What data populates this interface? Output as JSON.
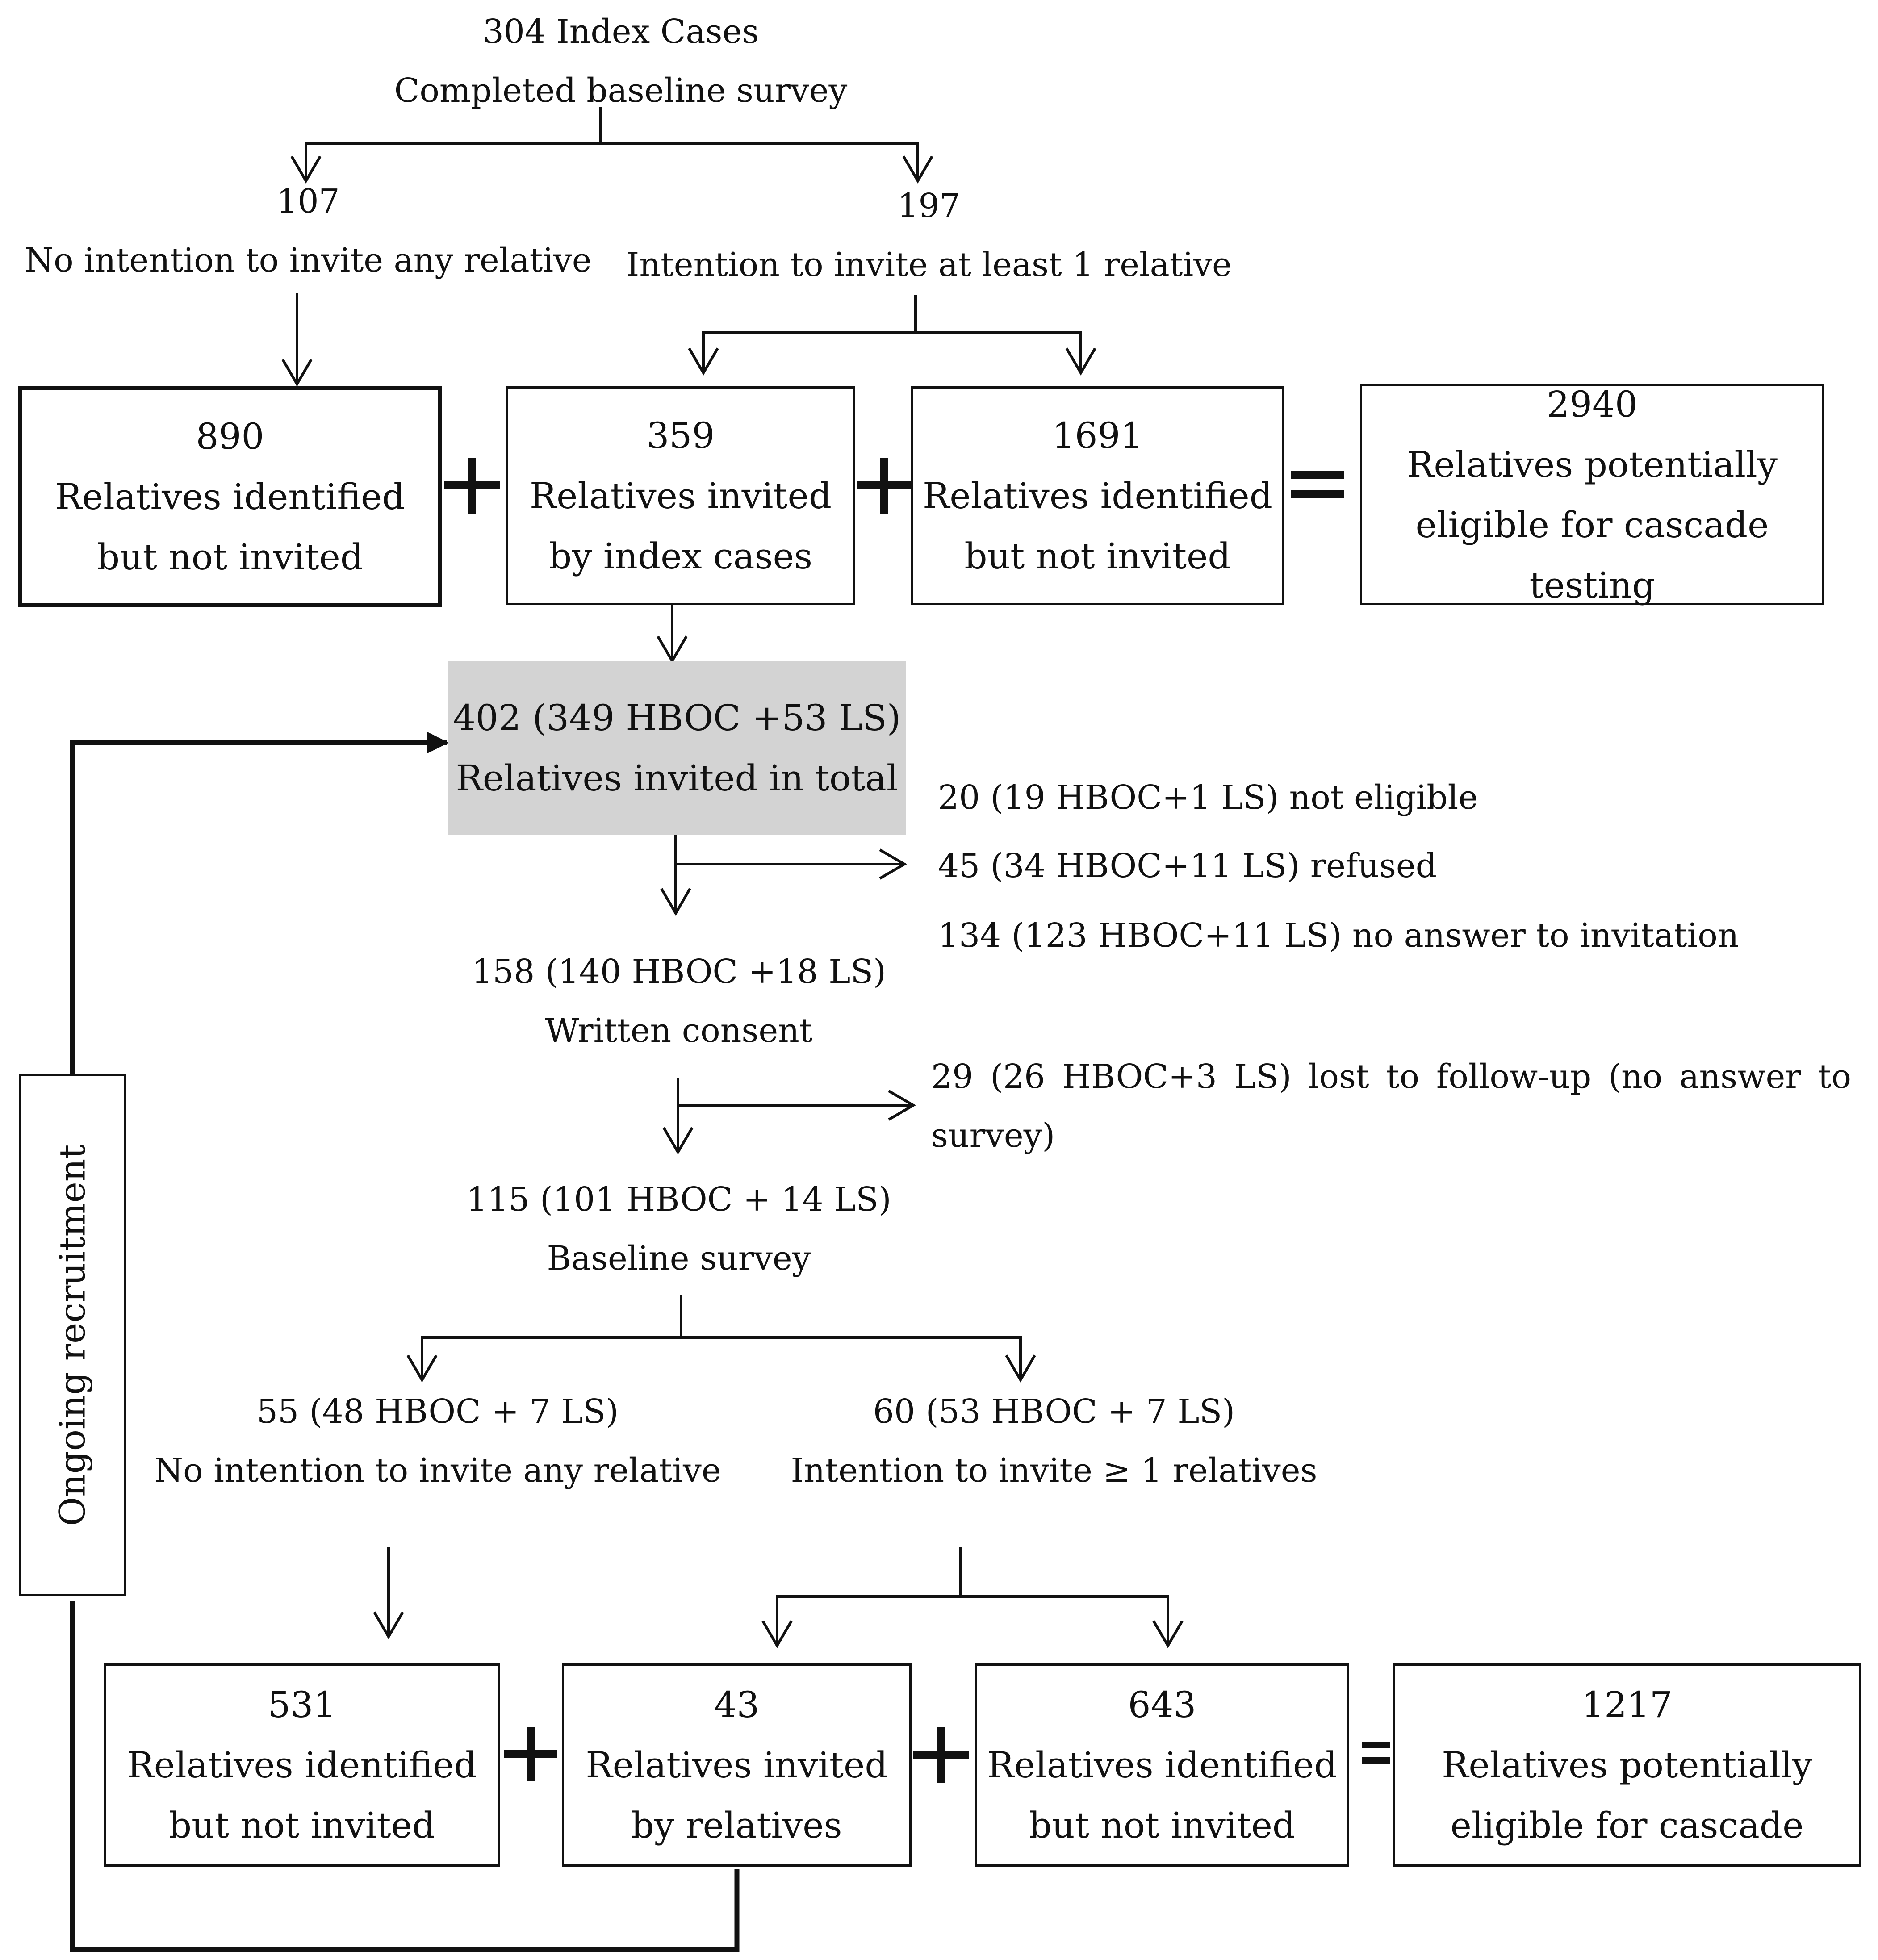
{
  "top": {
    "count": "304 Index Cases",
    "label": "Completed baseline survey"
  },
  "branch_no": {
    "count": "107",
    "label": "No intention to invite any relative"
  },
  "branch_yes": {
    "count": "197",
    "label": "Intention to invite at least 1 relative"
  },
  "row1": {
    "box1": {
      "count": "890",
      "line1": "Relatives identified",
      "line2": "but not invited"
    },
    "box2": {
      "count": "359",
      "line1": "Relatives invited",
      "line2": "by index cases"
    },
    "box3": {
      "count": "1691",
      "line1": "Relatives identified",
      "line2": "but not invited"
    },
    "box4": {
      "count": "2940",
      "line1": "Relatives potentially",
      "line2": "eligible for cascade testing"
    }
  },
  "total_invited": {
    "line1": "402 (349 HBOC +53 LS)",
    "line2": "Relatives invited in total"
  },
  "exclusions1": [
    "20 (19 HBOC+1 LS) not eligible",
    "45 (34 HBOC+11 LS) refused",
    "134 (123 HBOC+11 LS) no answer to invitation"
  ],
  "consent": {
    "line1": "158 (140 HBOC +18 LS)",
    "line2": "Written consent"
  },
  "lost": "29 (26 HBOC+3 LS) lost to follow-up (no answer to survey)",
  "baseline": {
    "line1": "115 (101 HBOC + 14 LS)",
    "line2": "Baseline survey"
  },
  "rel_no": {
    "count": "55 (48 HBOC + 7 LS)",
    "label": "No intention to invite any relative"
  },
  "rel_yes": {
    "count": "60 (53 HBOC + 7 LS)",
    "label": "Intention to invite ≥ 1 relatives"
  },
  "row2": {
    "box1": {
      "count": "531",
      "line1": "Relatives identified",
      "line2": "but not invited"
    },
    "box2": {
      "count": "43",
      "line1": "Relatives invited",
      "line2": "by relatives"
    },
    "box3": {
      "count": "643",
      "line1": "Relatives identified",
      "line2": "but not invited"
    },
    "box4": {
      "count": "1217",
      "line1": "Relatives potentially",
      "line2": "eligible for cascade"
    }
  },
  "side_label": "Ongoing recruitment"
}
